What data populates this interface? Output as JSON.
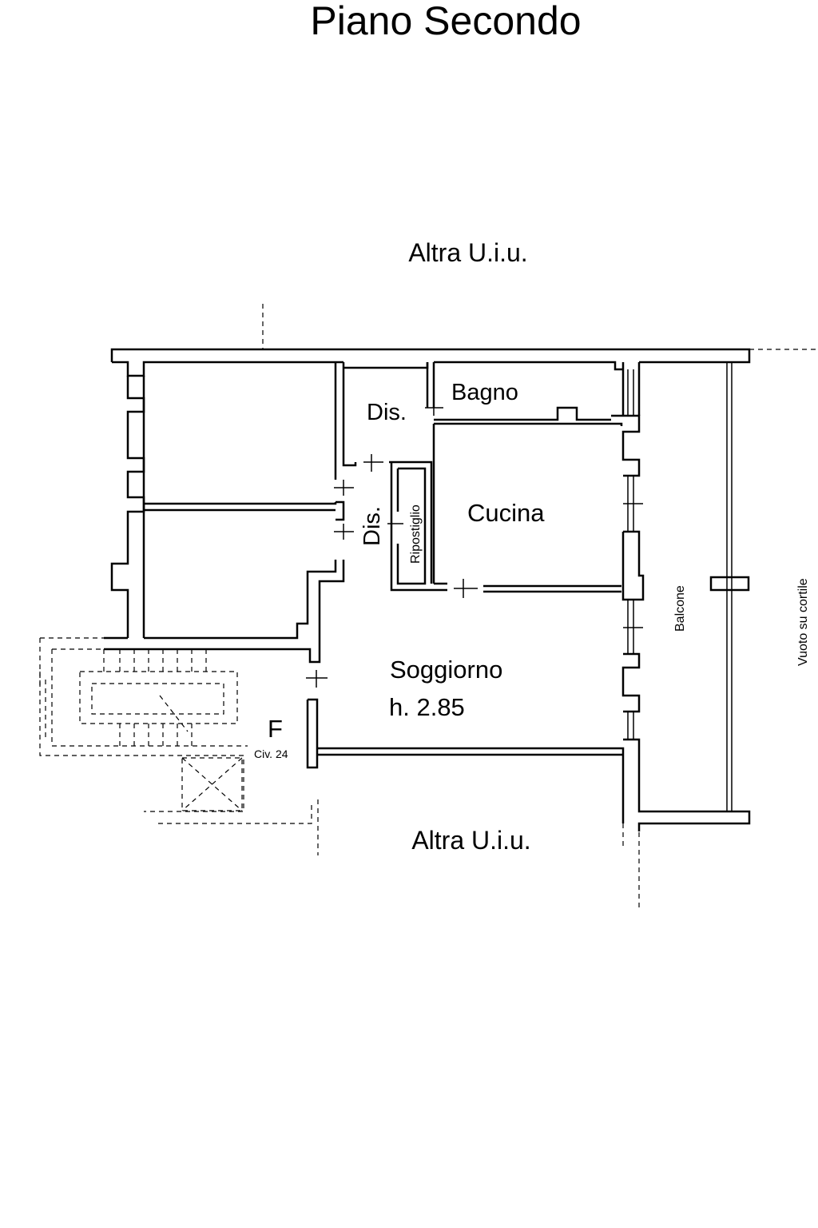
{
  "title": "Piano Secondo",
  "labels": {
    "neighbor_top": "Altra U.i.u.",
    "neighbor_bottom": "Altra U.i.u.",
    "dis_top": "Dis.",
    "dis_vertical": "Dis.",
    "bagno": "Bagno",
    "ripostiglio": "Ripostiglio",
    "cucina": "Cucina",
    "soggiorno": "Soggiorno",
    "height": "h. 2.85",
    "balcone": "Balcone",
    "vuoto": "Vuoto su cortile",
    "entrance_letter": "F",
    "civic": "Civ. 24"
  },
  "colors": {
    "ink": "#000000",
    "background": "#ffffff"
  }
}
